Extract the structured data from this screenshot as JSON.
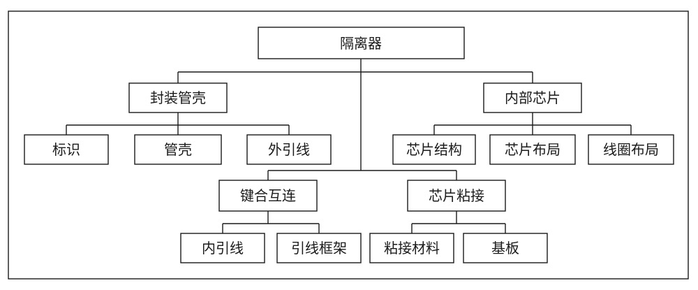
{
  "diagram": {
    "root": "隔离器",
    "branches": {
      "package": "封装管壳",
      "chip": "内部芯片",
      "bonding": "键合互连",
      "die_attach": "芯片粘接"
    },
    "leaves": {
      "marking": "标识",
      "housing": "管壳",
      "outer_lead": "外引线",
      "chip_structure": "芯片结构",
      "chip_layout": "芯片布局",
      "coil_layout": "线圈布局",
      "inner_lead": "内引线",
      "lead_frame": "引线框架",
      "adhesive_material": "粘接材料",
      "substrate": "基板"
    }
  }
}
